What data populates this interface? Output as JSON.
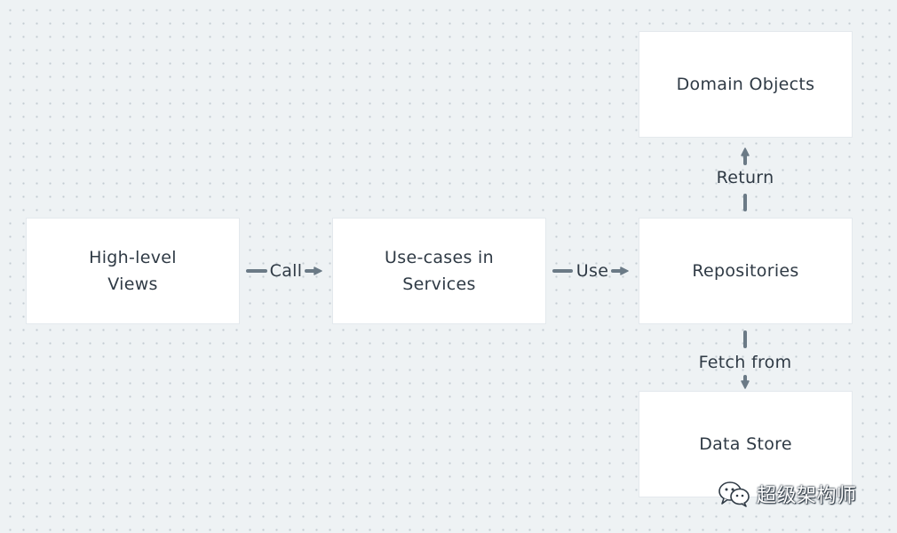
{
  "diagram": {
    "nodes": {
      "views": "High-level\nViews",
      "services": "Use-cases in\nServices",
      "repositories": "Repositories",
      "domain_objects": "Domain Objects",
      "data_store": "Data Store"
    },
    "edges": {
      "call": "Call",
      "use": "Use",
      "return": "Return",
      "fetch_from": "Fetch from"
    }
  },
  "watermark": {
    "icon": "wechat-icon",
    "text": "超级架构师"
  },
  "colors": {
    "background": "#eef2f4",
    "node_fill": "#ffffff",
    "arrow": "#6b7a86",
    "text": "#2f3a45"
  }
}
